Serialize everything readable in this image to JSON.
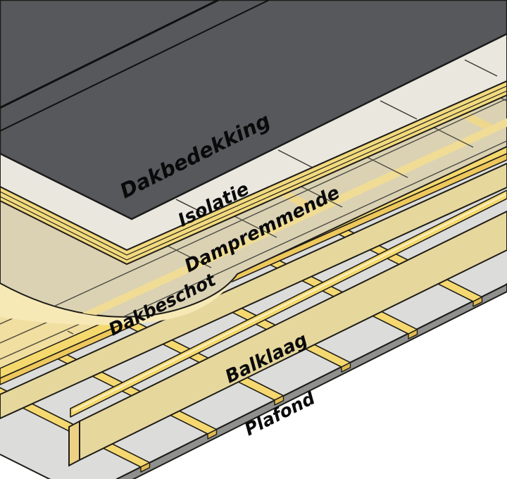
{
  "diagram": {
    "type": "exploded-isometric-roof-construction",
    "language": "Dutch",
    "layers": [
      {
        "label": "Dakbedekking",
        "color": "#57585b"
      },
      {
        "label": "Isolatie",
        "color": "#eae8de"
      },
      {
        "label": "Dampremmende",
        "color": "#dbd2b4"
      },
      {
        "label": "Dakbeschot",
        "color": "#f0dfa0"
      },
      {
        "label": "Balklaag",
        "color": "#e6d79d"
      },
      {
        "label": "Plafond",
        "color": "#dcddda"
      }
    ],
    "colors": {
      "background": "#ffffff",
      "outline": "#1f1d18",
      "roof_covering_seam": "#101010",
      "insulation_edge_stripes": "#f2da7e",
      "vapor_barrier_grid": "#4a4a42",
      "vapor_barrier_highlight": "#eed88e",
      "boarding_front_plank": "#f5d96e",
      "boarding_edge": "#eec85d",
      "boarding_peel_highlight": "#f7e9b6",
      "beam_top": "#e6d79d",
      "beam_end": "#ecd083",
      "batten": "#f5d970",
      "batten_highlight": "#fdf3c9",
      "batten_end": "#e2bb50",
      "ceiling_sheet": "#dcddda",
      "ceiling_edge_band": "#8f918f"
    }
  }
}
